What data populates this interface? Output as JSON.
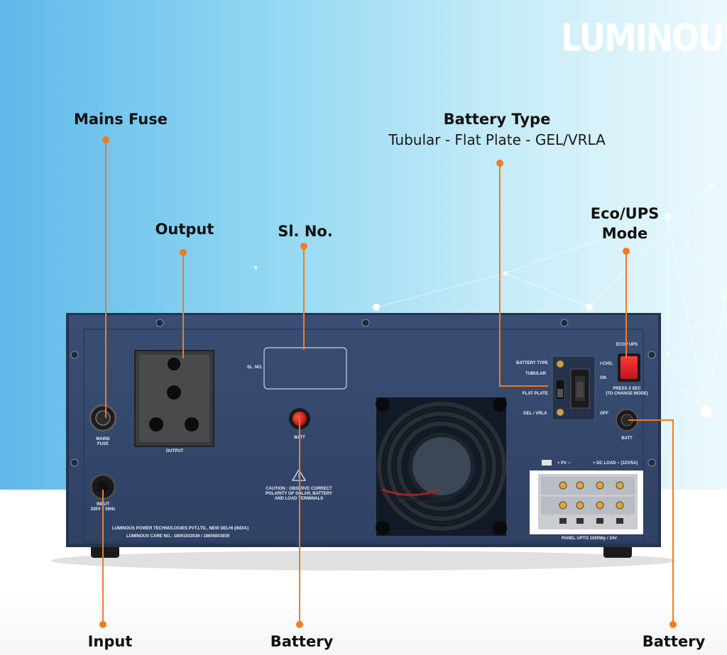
{
  "brand": {
    "logo": "LUMINOUS"
  },
  "callouts": {
    "mains_fuse": "Mains Fuse",
    "battery_type": "Battery Type",
    "battery_type_options": "Tubular - Flat Plate - GEL/VRLA",
    "output": "Output",
    "sl_no": "Sl. No.",
    "eco_ups_line1": "Eco/UPS",
    "eco_ups_line2": "Mode",
    "input": "Input",
    "battery_bottom_left": "Battery",
    "battery_bottom_right": "Battery"
  },
  "panel_labels": {
    "mains_fuse": "MAINS\nFUSE",
    "output": "OUTPUT",
    "sl_no": "SL. NO.",
    "input": "INPUT\n230V ~ 50Hz",
    "battery_terminal": "BATT",
    "battery_type": "BATTERY TYPE",
    "tubular": "TUBULAR",
    "flat_plate": "FLAT PLATE",
    "gel_vrla": "GEL / VRLA",
    "i_chg": "I-CHG.",
    "on": "ON",
    "off": "OFF",
    "eco_ups": "ECO / UPS",
    "press_note": "PRESS 2 SEC\n(TO CHANGE MODE)",
    "caution": "CAUTION : OBSERVE CORRECT\nPOLARITY OF SOLAR, BATTERY\nAND LOAD TERMINALS",
    "manufacturer": "LUMINOUS POWER TECHNOLOGIES PVT.LTD., NEW DELHI (INDIA)",
    "care_no": "LUMINOUS CARE NO.: 18001033039 / 18605003939",
    "pv": "+ PV −",
    "dc_load": "+ DC LOAD − (12V/5A)",
    "panel_upto": "PANEL UPTO 1000Wp / 24V"
  },
  "colors": {
    "accent": "#f07c22",
    "panel": "#34476a",
    "panel_frame": "#2a3a58",
    "eco_button": "#e5202a",
    "battery_knob": "#d92020"
  }
}
